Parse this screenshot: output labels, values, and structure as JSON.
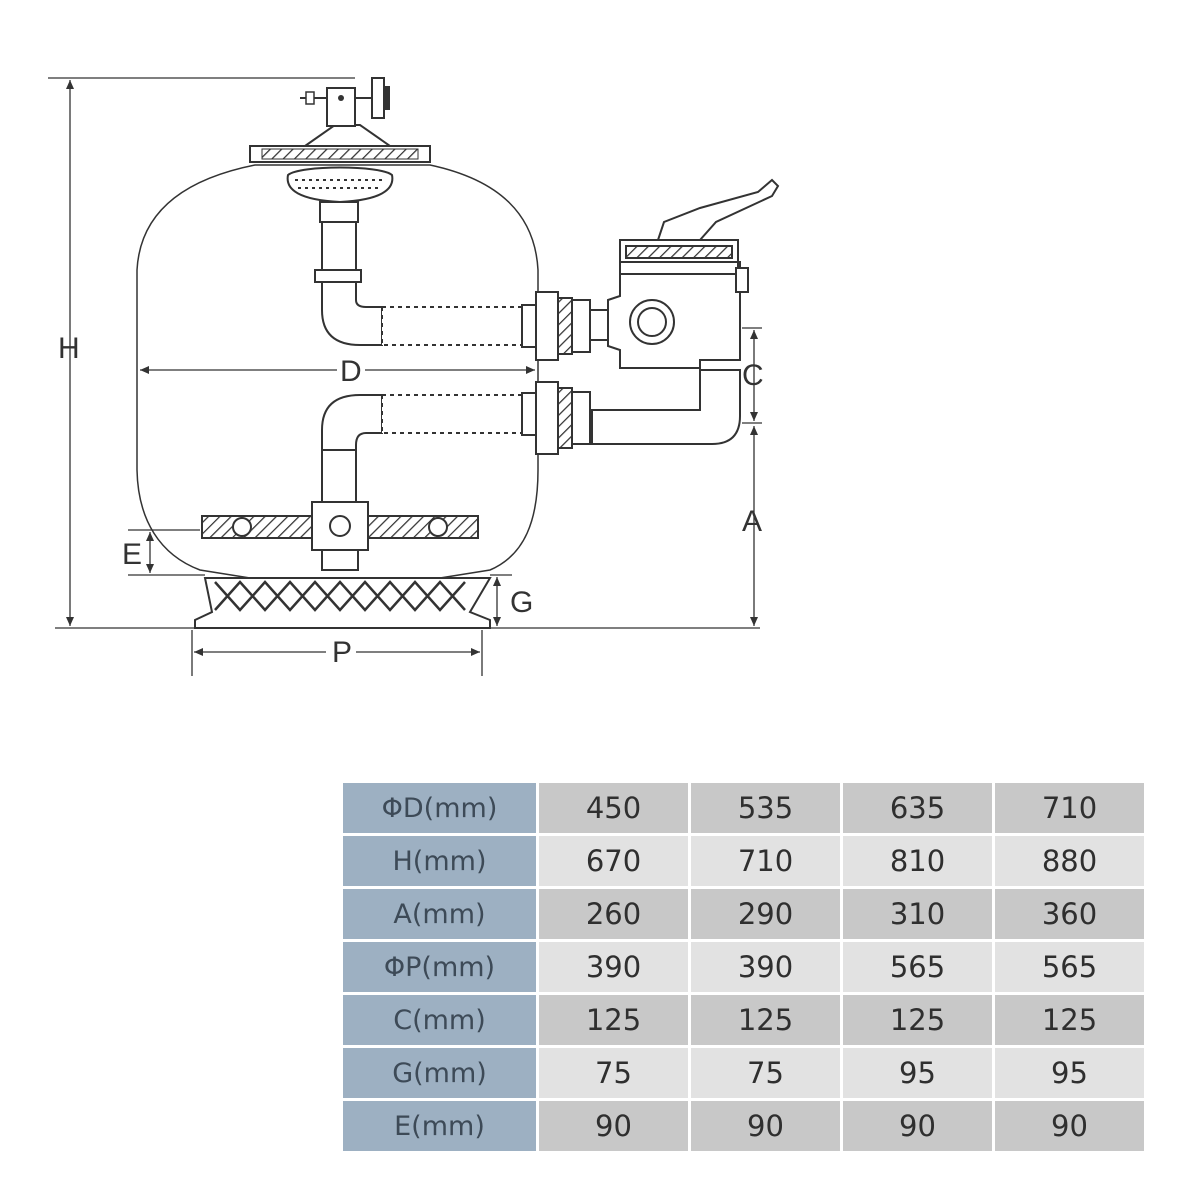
{
  "dimension_labels": {
    "H": "H",
    "D": "D",
    "C": "C",
    "A": "A",
    "E": "E",
    "G": "G",
    "P": "P"
  },
  "spec_table": {
    "rows": [
      {
        "label": "ΦD(mm)",
        "values": [
          "450",
          "535",
          "635",
          "710"
        ]
      },
      {
        "label": "H(mm)",
        "values": [
          "670",
          "710",
          "810",
          "880"
        ]
      },
      {
        "label": "A(mm)",
        "values": [
          "260",
          "290",
          "310",
          "360"
        ]
      },
      {
        "label": "ΦP(mm)",
        "values": [
          "390",
          "390",
          "565",
          "565"
        ]
      },
      {
        "label": "C(mm)",
        "values": [
          "125",
          "125",
          "125",
          "125"
        ]
      },
      {
        "label": "G(mm)",
        "values": [
          "75",
          "75",
          "95",
          "95"
        ]
      },
      {
        "label": "E(mm)",
        "values": [
          "90",
          "90",
          "90",
          "90"
        ]
      }
    ]
  },
  "colors": {
    "header_cell": "#9db0c2",
    "row_dark": "#c8c8c8",
    "row_light": "#e2e2e2",
    "line": "#333333"
  }
}
